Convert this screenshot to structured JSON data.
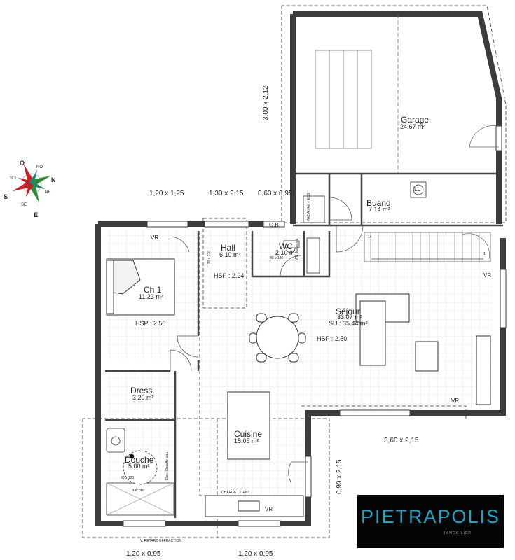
{
  "rooms": {
    "garage": {
      "name": "Garage",
      "area": "24.67 m²"
    },
    "buand": {
      "name": "Buand.",
      "area": "7.14 m²"
    },
    "hall": {
      "name": "Hall",
      "area": "6.10 m²"
    },
    "wc": {
      "name": "WC",
      "area": "2.10 m²"
    },
    "ch1": {
      "name": "Ch 1",
      "area": "11.23 m²",
      "hsp": "HSP : 2.50"
    },
    "sejour": {
      "name": "Séjour",
      "area": "33.07 m²",
      "su": "SU : 35.44 m²",
      "hsp": "HSP : 2.50"
    },
    "dress": {
      "name": "Dress.",
      "area": "3.20 m²"
    },
    "cuisine": {
      "name": "Cuisine",
      "area": "15.05 m²"
    },
    "douche": {
      "name": "Douche",
      "area": "5.00 m²"
    }
  },
  "labels": {
    "hall_hsp": "HSP : 2.24",
    "ob": "O.B.",
    "pac": "PAC Air/Air + ECS",
    "ll": "LL",
    "vr": "VR",
    "wc_suspendu": "WC suspendu",
    "wc_size": "80 x 130",
    "hall_door_size": "120 x 220",
    "douche_size": "80 x 130",
    "bac_plat": "Bac plat",
    "elec": "Elec. Chauffe-eau",
    "charge_client": "CHARGE CLIENT",
    "retard": "V. RETARD EFFRACTION",
    "stair_top": "14",
    "stair_bottom": "1"
  },
  "dimensions": {
    "d1": "1,20 x 1,25",
    "d2": "1,30 x 2,15",
    "d3": "0,60 x 0,95",
    "d4": "3,00 x 2,12",
    "d5": "3,60 x 2,15",
    "d6": "0,90 x 2,15",
    "d7": "1,20 x 0,95",
    "d8": "1,20 x 0,95"
  },
  "compass": {
    "n": "N",
    "s": "S",
    "e": "E",
    "o": "O",
    "ne": "NE",
    "no": "NO",
    "se": "SE",
    "so": "SO"
  },
  "brand": {
    "name": "PIETRAPOLIS",
    "sub": "IMMOBILIER"
  }
}
